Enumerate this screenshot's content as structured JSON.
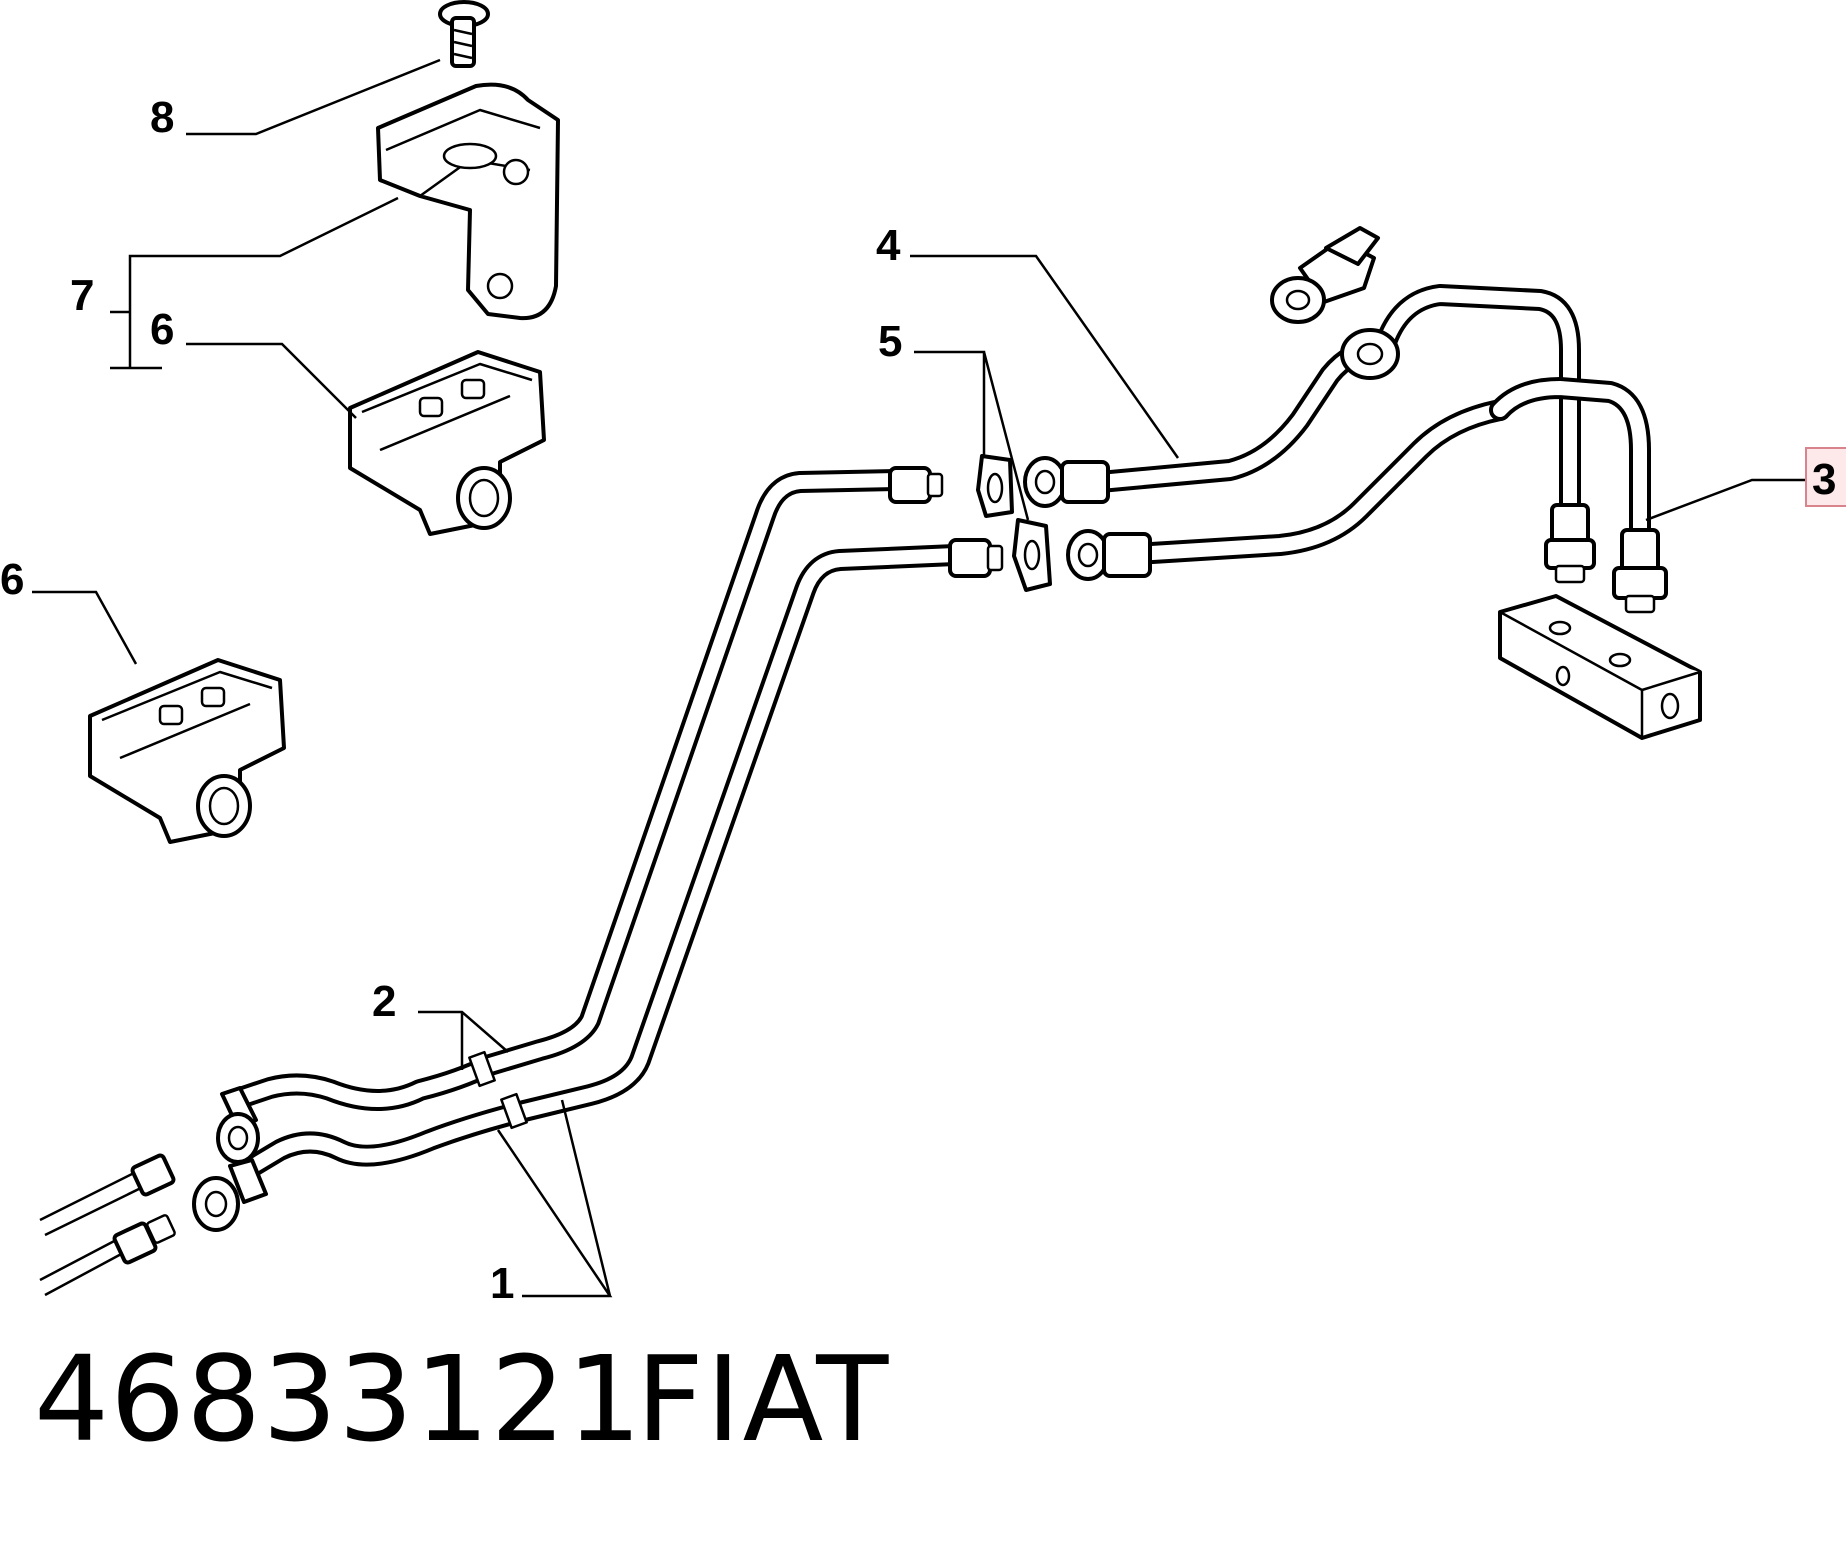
{
  "callouts": {
    "c1": "1",
    "c2": "2",
    "c3": "3",
    "c4": "4",
    "c5": "5",
    "c6a": "6",
    "c6b": "6",
    "c7": "7",
    "c8": "8"
  },
  "footer": {
    "part_number": "46833121",
    "brand": "FIAT"
  },
  "colors": {
    "line": "#000000",
    "background": "#ffffff",
    "highlight_fill": "#fde8ea",
    "highlight_border": "#d9838d"
  }
}
